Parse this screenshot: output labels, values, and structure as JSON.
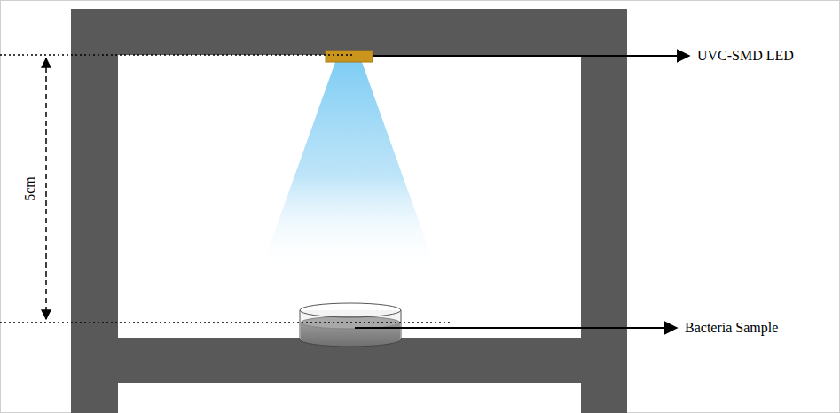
{
  "diagram": {
    "labels": [
      "5cm",
      "UVC-SMD LED",
      "Bacteria Sample"
    ]
  }
}
